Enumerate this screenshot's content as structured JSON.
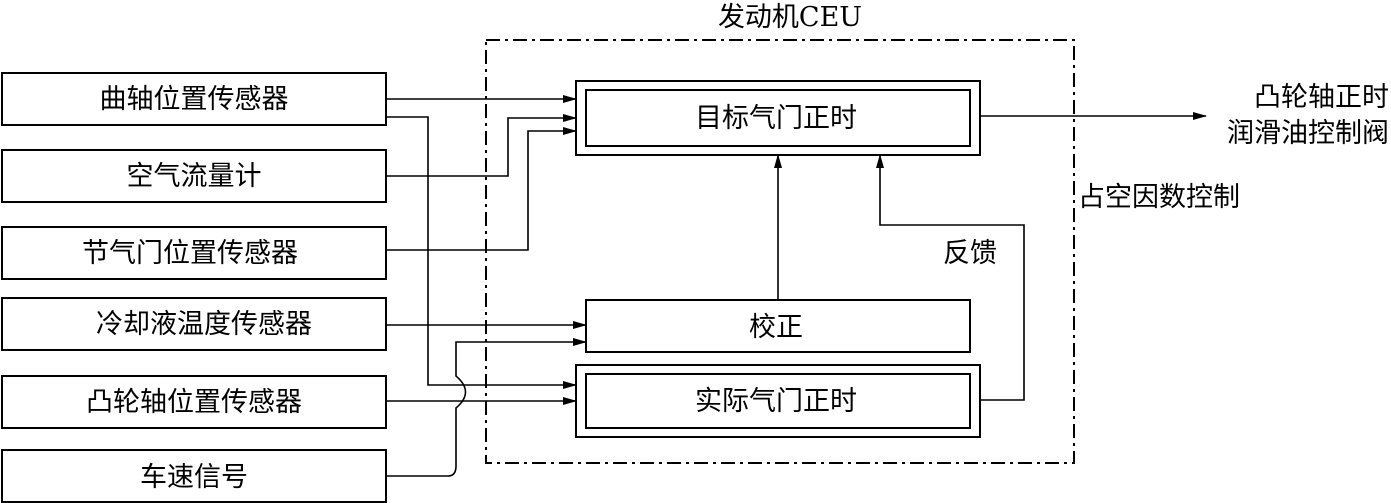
{
  "title": "发动机CEU",
  "inputs": [
    "曲轴位置传感器",
    "空气流量计",
    "节气门位置传感器",
    "冷却液温度传感器",
    "凸轮轴位置传感器",
    "车速信号"
  ],
  "blocks": {
    "target": "目标气门正时",
    "correction": "校正",
    "actual": "实际气门正时"
  },
  "feedback": "反馈",
  "duty_control": "占空因数控制",
  "output": {
    "line1": "凸轮轴正时",
    "line2": "润滑油控制阀"
  }
}
